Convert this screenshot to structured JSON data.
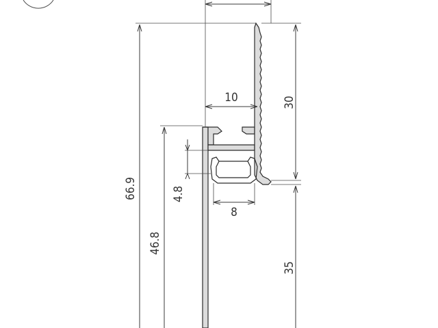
{
  "dimensions": {
    "overall_height": "66.9",
    "lower_height": "46.8",
    "screen_height": "30",
    "diffuser_offset": "35",
    "channel_depth": "10",
    "channel_width": "8",
    "insert_height": "4.8"
  },
  "colors": {
    "line": "#3a3a3a",
    "profile_fill": "#dcdcdc",
    "text": "#333333"
  }
}
